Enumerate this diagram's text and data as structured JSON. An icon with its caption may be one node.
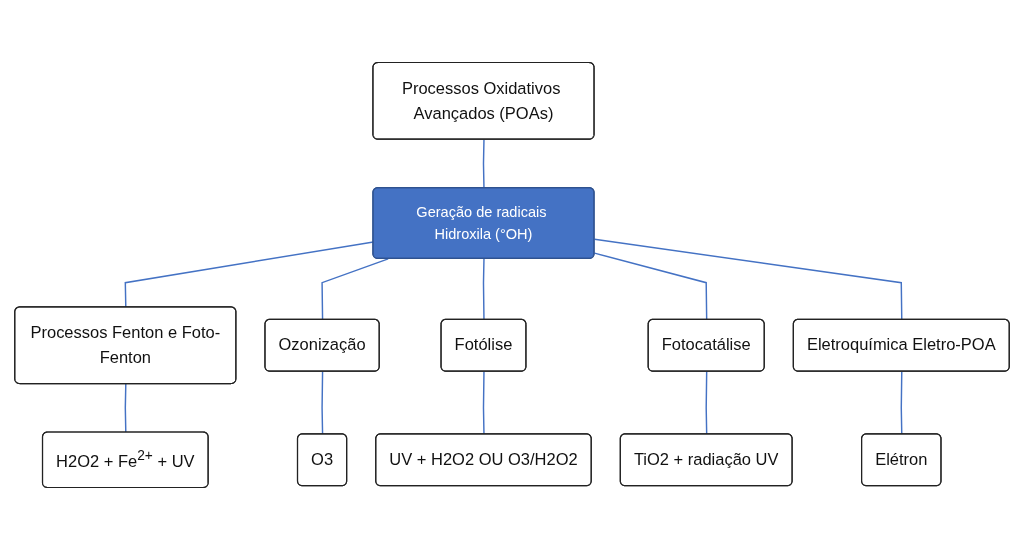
{
  "diagram": {
    "nodes": [
      {
        "text": [
          "Processos Oxidativos Avançados (POAs)"
        ]
      },
      {
        "text": [
          "Geração de radicais Hidroxila (°OH)"
        ]
      },
      {
        "text": [
          "Processos Fenton e Foto-Fenton"
        ]
      },
      {
        "text": [
          "Ozonização"
        ]
      },
      {
        "text": [
          "Fotólise"
        ]
      },
      {
        "text": [
          "Fotocatálise"
        ]
      },
      {
        "text": [
          "Eletroquímica Eletro-POA"
        ]
      },
      {
        "text": [
          "H2O2 + Fe$^{2+}$ + UV"
        ]
      },
      {
        "text": [
          "O3"
        ]
      },
      {
        "text": [
          "UV + H2O2 OU O3/H2O2"
        ]
      },
      {
        "text": [
          "TiO2 + radiação UV"
        ]
      },
      {
        "text": [
          "Elétron"
        ]
      }
    ],
    "edges": [
      {
        "from": 0,
        "to": 1,
        "arrow": "none"
      },
      {
        "from": 1,
        "to": 2,
        "arrow": "none"
      },
      {
        "from": 1,
        "to": 3,
        "arrow": "none"
      },
      {
        "from": 1,
        "to": 4,
        "arrow": "none"
      },
      {
        "from": 1,
        "to": 5,
        "arrow": "none"
      },
      {
        "from": 1,
        "to": 6,
        "arrow": "none"
      },
      {
        "from": 2,
        "to": 7,
        "arrow": "none"
      },
      {
        "from": 3,
        "to": 8,
        "arrow": "none"
      },
      {
        "from": 4,
        "to": 9,
        "arrow": "none"
      },
      {
        "from": 5,
        "to": 10,
        "arrow": "none"
      },
      {
        "from": 6,
        "to": 11,
        "arrow": "none"
      }
    ]
  }
}
